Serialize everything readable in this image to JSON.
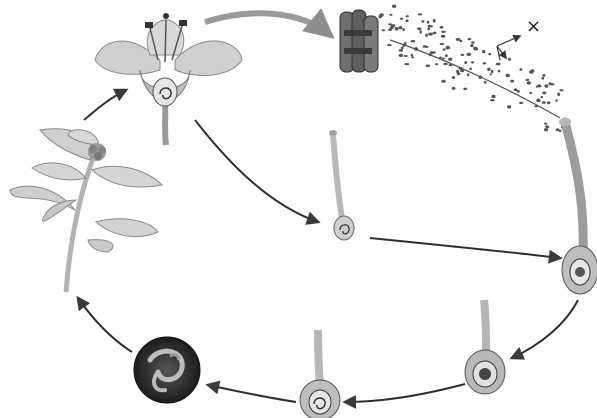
{
  "diagram": {
    "labels": {
      "x_marker": "×"
    },
    "stages": [
      {
        "id": "flower",
        "icon": "flower-icon"
      },
      {
        "id": "anthers",
        "icon": "anther-icon"
      },
      {
        "id": "pollen",
        "icon": "pollen-grains-icon"
      },
      {
        "id": "pollen-tube",
        "icon": "pollen-tube-icon"
      },
      {
        "id": "ovule-fertilized",
        "icon": "ovule-icon"
      },
      {
        "id": "seed-developing",
        "icon": "seed-icon"
      },
      {
        "id": "mature-seed",
        "icon": "seed-icon"
      },
      {
        "id": "germinating-seed",
        "icon": "germinating-seed-icon"
      },
      {
        "id": "seedling-plant",
        "icon": "plant-icon"
      }
    ],
    "colors": {
      "ink": "#2b2b2b",
      "arrow": "#3a3a3a",
      "plant": "#b9b9b9",
      "seed_dark": "#262626"
    }
  }
}
